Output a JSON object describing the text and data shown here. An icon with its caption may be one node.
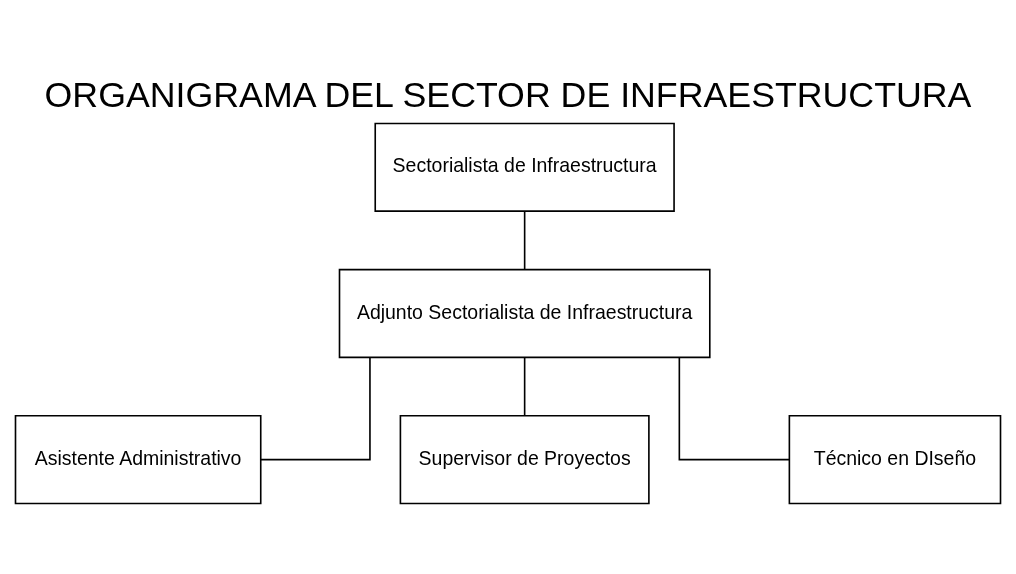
{
  "diagram": {
    "title": "ORGANIGRAMA DEL SECTOR DE INFRAESTRUCTURA",
    "nodes": [
      {
        "text": [
          "Sectorialista de Infraestructura"
        ]
      },
      {
        "text": [
          "Adjunto Sectorialista de Infraestructura"
        ]
      },
      {
        "text": [
          "Asistente Administrativo"
        ]
      },
      {
        "text": [
          "Supervisor de Proyectos"
        ]
      },
      {
        "text": [
          "Técnico en DIseño"
        ]
      }
    ],
    "edges": [
      {
        "from": 0,
        "to": 1,
        "arrow": "none"
      },
      {
        "from": 1,
        "to": 2,
        "arrow": "none"
      },
      {
        "from": 1,
        "to": 3,
        "arrow": "none"
      },
      {
        "from": 1,
        "to": 4,
        "arrow": "none"
      }
    ]
  }
}
